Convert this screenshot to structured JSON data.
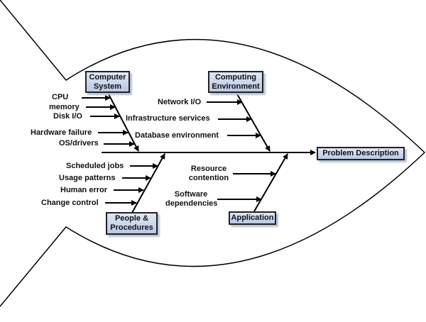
{
  "diagram": {
    "type": "fishbone",
    "effect": "Problem Description",
    "categories": [
      {
        "name": "Computer System",
        "causes": [
          "CPU",
          "memory",
          "Disk I/O",
          "Hardware failure",
          "OS/drivers"
        ]
      },
      {
        "name": "Computing Environment",
        "causes": [
          "Network I/O",
          "Infrastructure services",
          "Database environment"
        ]
      },
      {
        "name": "People & Procedures",
        "causes": [
          "Scheduled jobs",
          "Usage patterns",
          "Human error",
          "Change control"
        ]
      },
      {
        "name": "Application",
        "causes": [
          "Resource contention",
          "Software dependencies"
        ]
      }
    ]
  },
  "labels": {
    "cs_line1": "Computer",
    "cs_line2": "System",
    "ce_line1": "Computing",
    "ce_line2": "Environment",
    "pp_line1": "People &",
    "pp_line2": "Procedures",
    "app": "Application",
    "effect": "Problem Description",
    "cpu": "CPU",
    "memory": "memory",
    "disk": "Disk I/O",
    "hw": "Hardware failure",
    "os": "OS/drivers",
    "net": "Network I/O",
    "infra": "Infrastructure services",
    "db": "Database environment",
    "sched": "Scheduled jobs",
    "usage": "Usage patterns",
    "human": "Human error",
    "change": "Change control",
    "res1": "Resource",
    "res2": "contention",
    "sw1": "Software",
    "sw2": "dependencies"
  },
  "colors": {
    "box_fill": "#c6d4ea",
    "line": "#000000"
  }
}
